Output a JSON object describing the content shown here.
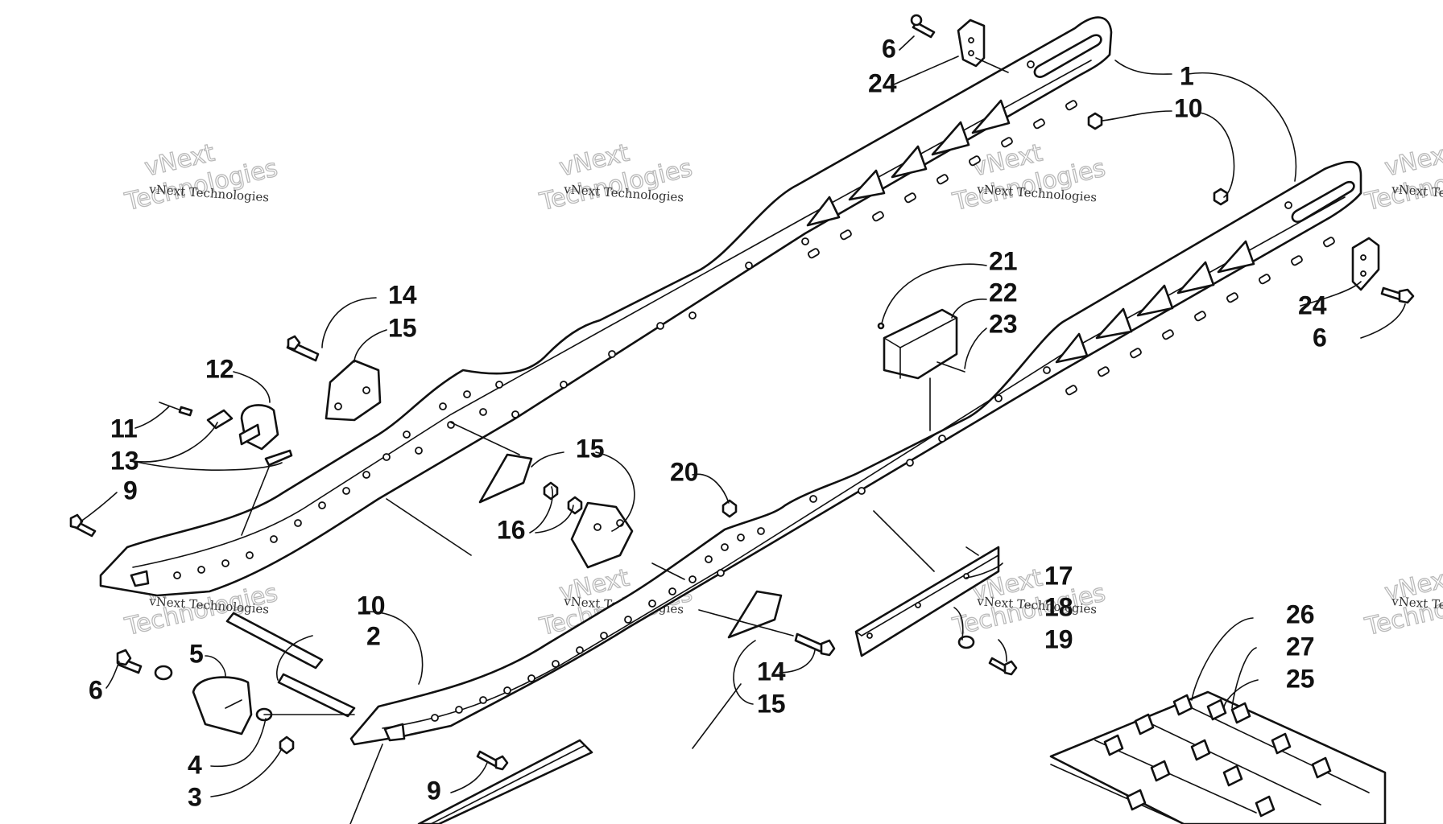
{
  "labels": {
    "l1": "1",
    "l2": "2",
    "l3": "3",
    "l4": "4",
    "l5": "5",
    "l6": "6",
    "l9": "9",
    "l10": "10",
    "l11": "11",
    "l12": "12",
    "l13": "13",
    "l14": "14",
    "l15": "15",
    "l16": "16",
    "l17": "17",
    "l18": "18",
    "l19": "19",
    "l20": "20",
    "l21": "21",
    "l22": "22",
    "l23": "23",
    "l24": "24",
    "l25": "25",
    "l26": "26",
    "l27": "27"
  },
  "watermark": {
    "company": "vNext Technologies",
    "line1": "vNext",
    "line2": "Technologies"
  }
}
